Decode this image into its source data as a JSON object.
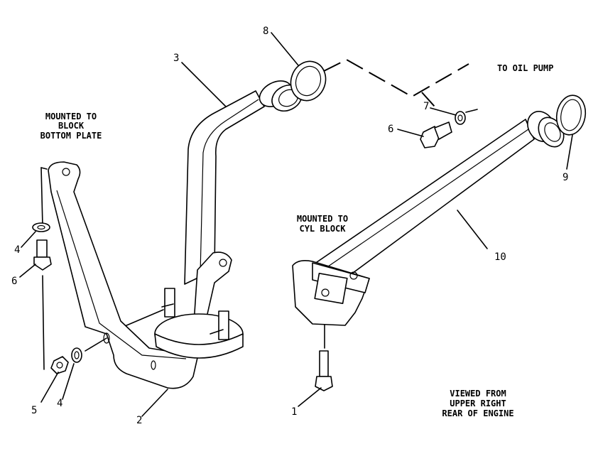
{
  "notes": {
    "block_bottom_plate": [
      "MOUNTED TO",
      "BLOCK",
      "BOTTOM PLATE"
    ],
    "cyl_block": [
      "MOUNTED TO",
      "CYL BLOCK"
    ],
    "to_oil_pump": "TO OIL PUMP",
    "view": [
      "VIEWED FROM",
      "UPPER RIGHT",
      "REAR OF ENGINE"
    ]
  },
  "callouts": {
    "c1": "1",
    "c2": "2",
    "c3": "3",
    "c4a": "4",
    "c4b": "4",
    "c5": "5",
    "c6a": "6",
    "c6b": "6",
    "c7": "7",
    "c8": "8",
    "c9": "9",
    "c10": "10"
  }
}
